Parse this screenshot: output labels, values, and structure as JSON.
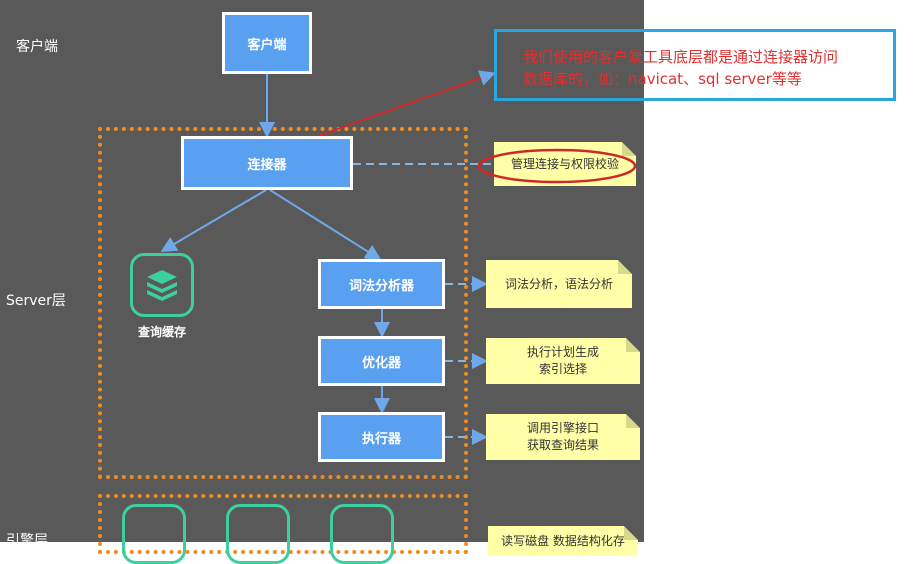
{
  "layers": {
    "client": "客户端",
    "server": "Server层",
    "engine": "引擎层"
  },
  "nodes": {
    "client": "客户端",
    "connector": "连接器",
    "query_cache": "查询缓存",
    "parser": "词法分析器",
    "optimizer": "优化器",
    "executor": "执行器"
  },
  "notes": {
    "connector": [
      "管理连接与权限校验"
    ],
    "parser": [
      "词法分析，语法分析"
    ],
    "optimizer": [
      "执行计划生成",
      "索引选择"
    ],
    "executor": [
      "调用引擎接口",
      "获取查询结果"
    ],
    "engine": [
      "读写磁盘 数据结构化存"
    ]
  },
  "callout": {
    "line1": "我们使用的客户端工具底层都是通过连接器访问",
    "line2": "数据库的，如：navicat、sql server等等"
  },
  "colors": {
    "background": "#595959",
    "node": "#5aa0f0",
    "dotted_border": "#f08c1e",
    "note": "#ffffa8",
    "icon": "#3ecf9e",
    "callout_border": "#2aa6dc",
    "callout_text": "#e03030"
  }
}
